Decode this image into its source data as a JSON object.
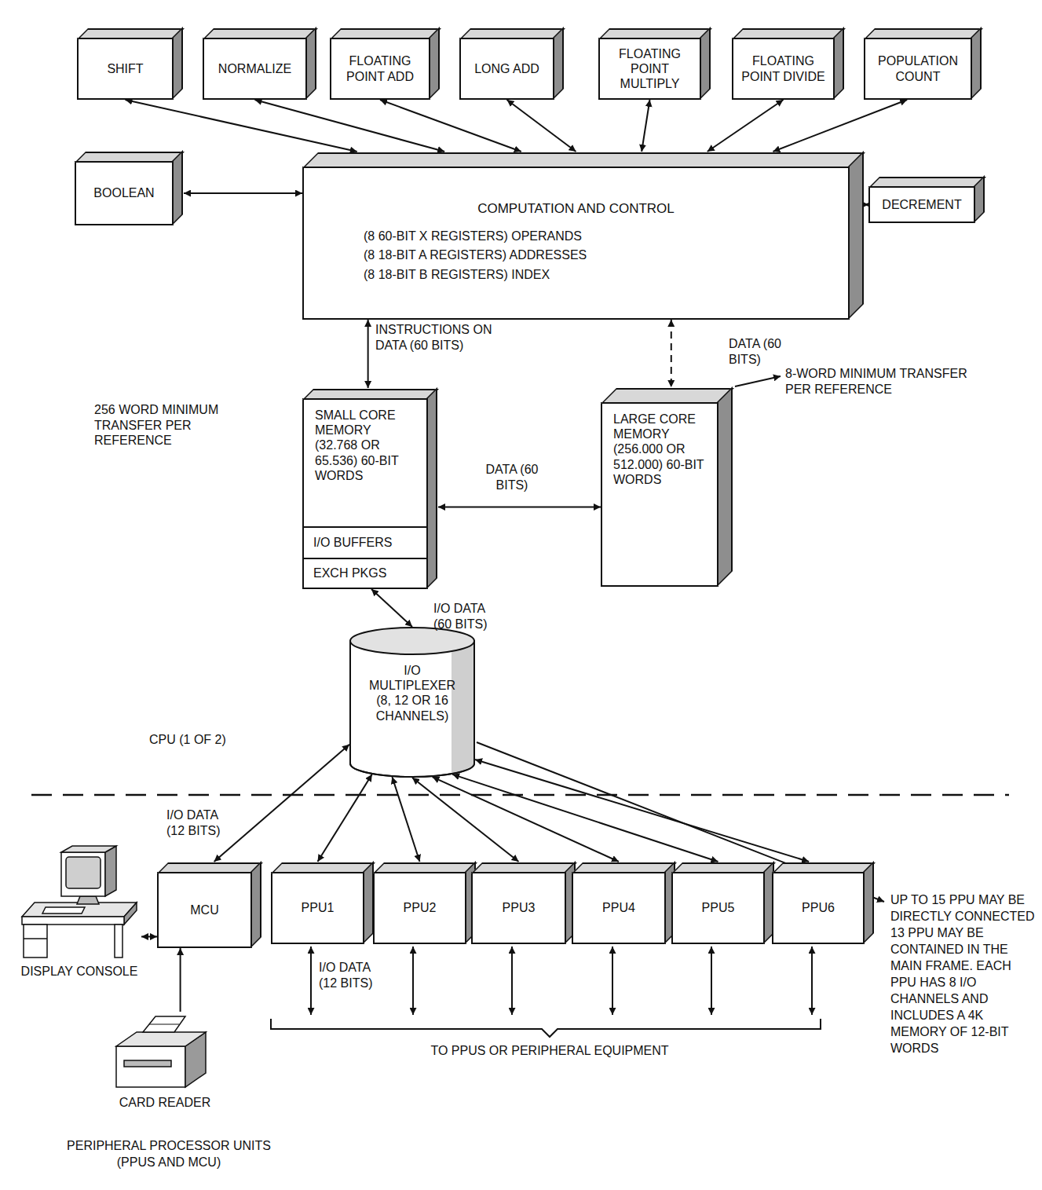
{
  "diagram": {
    "nodes": [
      {
        "text": [
          "SHIFT"
        ]
      },
      {
        "text": [
          "NORMALIZE"
        ]
      },
      {
        "text": [
          "FLOATING POINT ADD"
        ]
      },
      {
        "text": [
          "LONG ADD"
        ]
      },
      {
        "text": [
          "FLOATING POINT MULTIPLY"
        ]
      },
      {
        "text": [
          "FLOATING POINT DIVIDE"
        ]
      },
      {
        "text": [
          "POPULATION COUNT"
        ]
      },
      {
        "text": [
          "BOOLEAN"
        ]
      },
      {
        "text": [
          "COMPUTATION AND CONTROL",
          "(8 60-BIT X REGISTERS) OPERANDS",
          "(8 18-BIT A REGISTERS) ADDRESSES",
          "(8 18-BIT B REGISTERS) INDEX"
        ]
      },
      {
        "text": [
          "DECREMENT"
        ]
      },
      {
        "text": [
          "SMALL CORE MEMORY (32.768 OR 65.536) 60-BIT WORDS"
        ]
      },
      {
        "text": [
          "I/O BUFFERS"
        ],
        "in": 10
      },
      {
        "text": [
          "EXCH PKGS"
        ],
        "in": 10
      },
      {
        "text": [
          "LARGE CORE MEMORY (256.000 OR 512.000) 60-BIT WORDS"
        ]
      },
      {
        "text": [
          "I/O MULTIPLEXER (8, 12 OR 16 CHANNELS)"
        ]
      },
      {
        "text": [
          "MCU"
        ]
      },
      {
        "text": [
          "PPU1"
        ]
      },
      {
        "text": [
          "PPU2"
        ]
      },
      {
        "text": [
          "PPU3"
        ]
      },
      {
        "text": [
          "PPU4"
        ]
      },
      {
        "text": [
          "PPU5"
        ]
      },
      {
        "text": [
          "PPU6"
        ]
      },
      {
        "text": [
          "DISPLAY CONSOLE"
        ]
      },
      {
        "text": [
          "CARD READER"
        ]
      }
    ],
    "edges": [
      {
        "from": 0,
        "to": 8,
        "arrow": "both"
      },
      {
        "from": 1,
        "to": 8,
        "arrow": "both"
      },
      {
        "from": 2,
        "to": 8,
        "arrow": "both"
      },
      {
        "from": 3,
        "to": 8,
        "arrow": "both"
      },
      {
        "from": 4,
        "to": 8,
        "arrow": "both"
      },
      {
        "from": 5,
        "to": 8,
        "arrow": "both"
      },
      {
        "from": 6,
        "to": 8,
        "arrow": "both"
      },
      {
        "from": 7,
        "to": 8,
        "arrow": "both"
      },
      {
        "from": 9,
        "to": 8,
        "arrow": "both"
      },
      {
        "from": 8,
        "to": 10,
        "label": "INSTRUCTIONS ON DATA (60 BITS)",
        "arrow": "both"
      },
      {
        "from": 8,
        "to": 13,
        "label": "DATA (60 BITS)",
        "arrow": "both"
      },
      {
        "from": 10,
        "to": 13,
        "label": "DATA (60 BITS)",
        "arrow": "both"
      },
      {
        "from": 10,
        "to": 14,
        "label": "I/O DATA (60 BITS)",
        "arrow": "both"
      },
      {
        "from": 14,
        "to": 15,
        "label": "I/O DATA (12 BITS)",
        "arrow": "both"
      },
      {
        "from": 14,
        "to": 16,
        "arrow": "both"
      },
      {
        "from": 14,
        "to": 17,
        "arrow": "both"
      },
      {
        "from": 14,
        "to": 18,
        "arrow": "both"
      },
      {
        "from": 14,
        "to": 19,
        "arrow": "both"
      },
      {
        "from": 14,
        "to": 20,
        "arrow": "both"
      },
      {
        "from": 14,
        "to": 21,
        "arrow": "both"
      },
      {
        "from": 15,
        "to": 22,
        "arrow": "both"
      },
      {
        "from": 23,
        "to": 15,
        "arrow": "to"
      }
    ],
    "labels": [
      "256 WORD MINIMUM TRANSFER PER REFERENCE",
      "8-WORD MINIMUM TRANSFER PER REFERENCE",
      "CPU (1 OF 2)",
      "I/O DATA (12 BITS)",
      "UP TO 15 PPU MAY BE DIRECTLY CONNECTED 13 PPU MAY BE CONTAINED IN THE MAIN FRAME. EACH PPU HAS 8 I/O CHANNELS AND INCLUDES A 4K MEMORY OF 12-BIT WORDS",
      "TO PPUS OR PERIPHERAL EQUIPMENT",
      "PERIPHERAL PROCESSOR UNITS (PPUS AND MCU)"
    ]
  }
}
